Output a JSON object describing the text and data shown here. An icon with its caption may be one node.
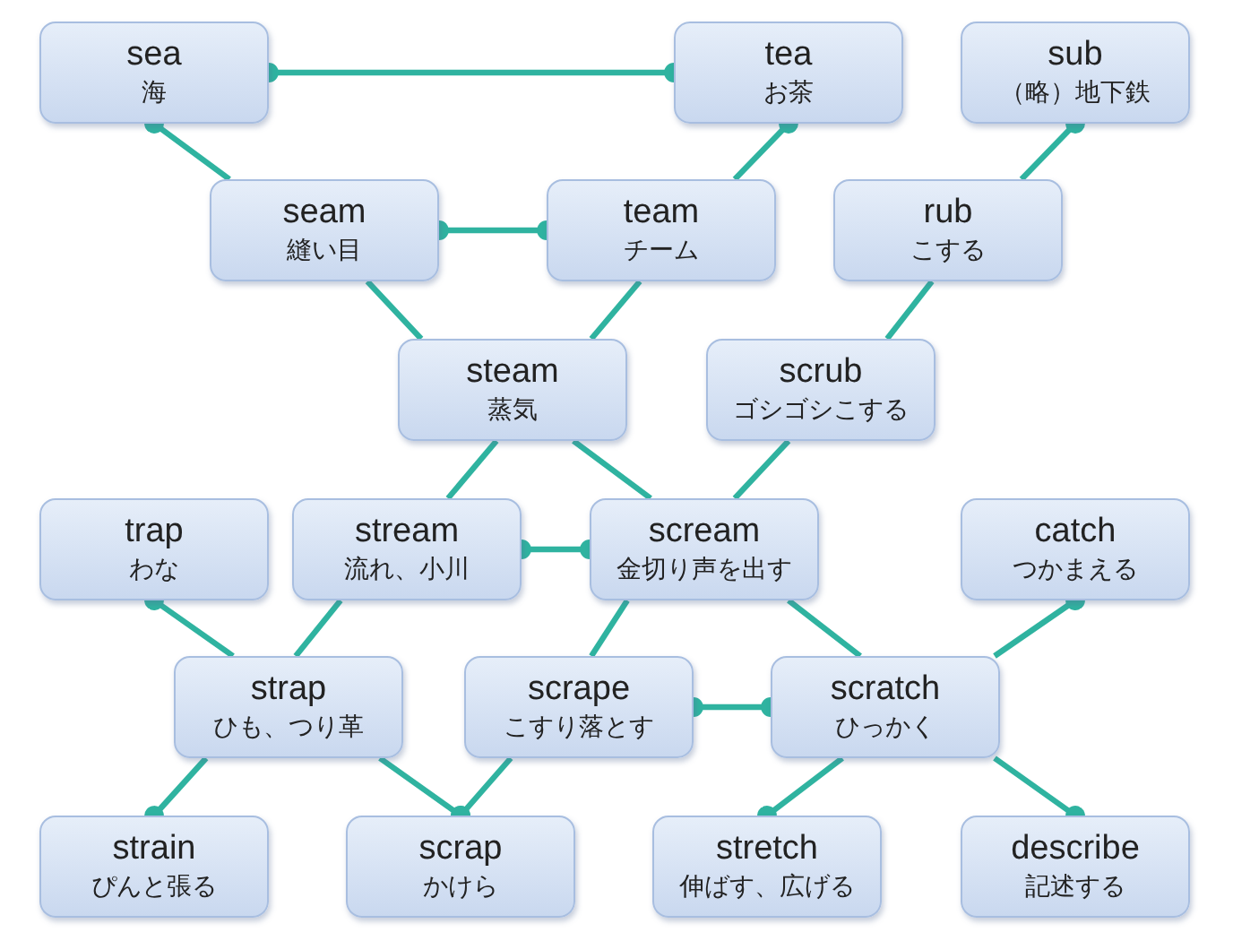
{
  "diagram": {
    "nodes": [
      {
        "text": [
          "sea",
          "海"
        ]
      },
      {
        "text": [
          "tea",
          "お茶"
        ]
      },
      {
        "text": [
          "sub",
          "（略）地下鉄"
        ]
      },
      {
        "text": [
          "seam",
          "縫い目"
        ]
      },
      {
        "text": [
          "team",
          "チーム"
        ]
      },
      {
        "text": [
          "rub",
          "こする"
        ]
      },
      {
        "text": [
          "steam",
          "蒸気"
        ]
      },
      {
        "text": [
          "scrub",
          "ゴシゴシこする"
        ]
      },
      {
        "text": [
          "trap",
          "わな"
        ]
      },
      {
        "text": [
          "stream",
          "流れ、小川"
        ]
      },
      {
        "text": [
          "scream",
          "金切り声を出す"
        ]
      },
      {
        "text": [
          "catch",
          "つかまえる"
        ]
      },
      {
        "text": [
          "strap",
          "ひも、つり革"
        ]
      },
      {
        "text": [
          "scrape",
          "こすり落とす"
        ]
      },
      {
        "text": [
          "scratch",
          "ひっかく"
        ]
      },
      {
        "text": [
          "strain",
          "ぴんと張る"
        ]
      },
      {
        "text": [
          "scrap",
          "かけら"
        ]
      },
      {
        "text": [
          "stretch",
          "伸ばす、広げる"
        ]
      },
      {
        "text": [
          "describe",
          "記述する"
        ]
      }
    ],
    "edges": [
      {
        "from": 0,
        "to": 1,
        "arrow": "other"
      },
      {
        "from": 3,
        "to": 0,
        "arrow": "other"
      },
      {
        "from": 4,
        "to": 1,
        "arrow": "other"
      },
      {
        "from": 5,
        "to": 2,
        "arrow": "other"
      },
      {
        "from": 3,
        "to": 4,
        "arrow": "other"
      },
      {
        "from": 3,
        "to": 6,
        "arrow": "none"
      },
      {
        "from": 4,
        "to": 6,
        "arrow": "none"
      },
      {
        "from": 5,
        "to": 7,
        "arrow": "none"
      },
      {
        "from": 6,
        "to": 9,
        "arrow": "none"
      },
      {
        "from": 6,
        "to": 10,
        "arrow": "none"
      },
      {
        "from": 7,
        "to": 10,
        "arrow": "none"
      },
      {
        "from": 9,
        "to": 10,
        "arrow": "other"
      },
      {
        "from": 12,
        "to": 8,
        "arrow": "other"
      },
      {
        "from": 9,
        "to": 12,
        "arrow": "none"
      },
      {
        "from": 10,
        "to": 13,
        "arrow": "none"
      },
      {
        "from": 10,
        "to": 14,
        "arrow": "none"
      },
      {
        "from": 14,
        "to": 11,
        "arrow": "other"
      },
      {
        "from": 13,
        "to": 14,
        "arrow": "other"
      },
      {
        "from": 12,
        "to": 15,
        "arrow": "other"
      },
      {
        "from": 12,
        "to": 16,
        "arrow": "other"
      },
      {
        "from": 13,
        "to": 16,
        "arrow": "other"
      },
      {
        "from": 14,
        "to": 17,
        "arrow": "other"
      },
      {
        "from": 14,
        "to": 18,
        "arrow": "other"
      }
    ]
  }
}
